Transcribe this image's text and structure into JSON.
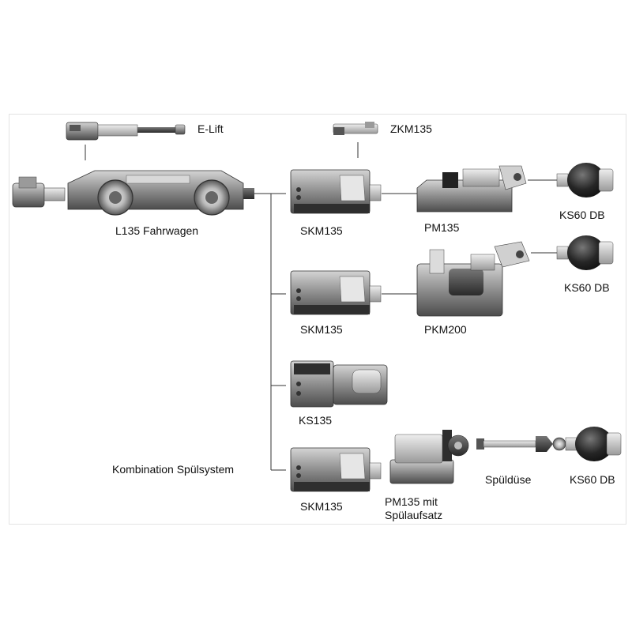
{
  "labels": {
    "e_lift": "E-Lift",
    "zkm135": "ZKM135",
    "l135": "L135 Fahrwagen",
    "skm135_1": "SKM135",
    "pm135": "PM135",
    "ks60db_1": "KS60 DB",
    "ks60db_2": "KS60 DB",
    "skm135_2": "SKM135",
    "pkm200": "PKM200",
    "ks135": "KS135",
    "kombination": "Kombination Spülsystem",
    "skm135_3": "SKM135",
    "pm135_spuel": "PM135 mit\nSpülaufsatz",
    "spueldüse": "Spüldüse",
    "ks60db_3": "KS60 DB"
  },
  "colors": {
    "line": "#333333",
    "dark_metal": "#4a4a4a",
    "mid_metal": "#8a8a8a",
    "light_metal": "#c6c6c6",
    "black": "#1e1e1e"
  }
}
